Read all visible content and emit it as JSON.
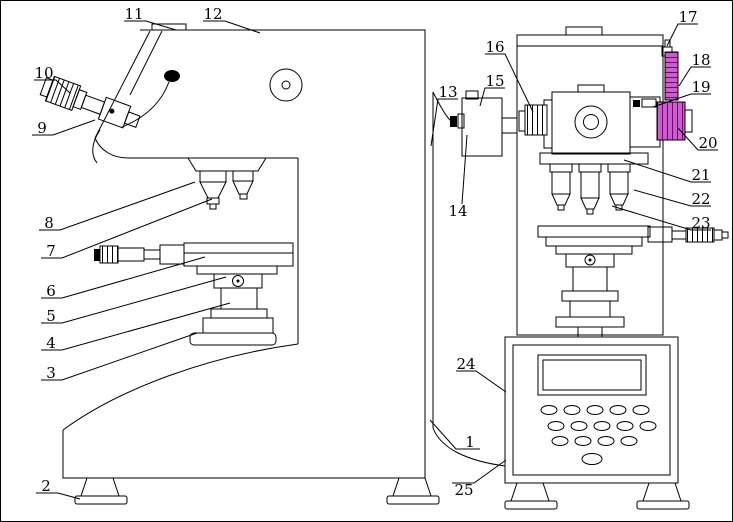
{
  "colors": {
    "line": "#000000",
    "background": "#ffffff",
    "highlight": "#c95fc9",
    "highlight_dark": "#7a007a"
  },
  "callouts": {
    "c1": "1",
    "c2": "2",
    "c3": "3",
    "c4": "4",
    "c5": "5",
    "c6": "6",
    "c7": "7",
    "c8": "8",
    "c9": "9",
    "c10": "10",
    "c11": "11",
    "c12": "12",
    "c13": "13",
    "c14": "14",
    "c15": "15",
    "c16": "16",
    "c17": "17",
    "c18": "18",
    "c19": "19",
    "c20": "20",
    "c21": "21",
    "c22": "22",
    "c23": "23",
    "c24": "24",
    "c25": "25"
  }
}
